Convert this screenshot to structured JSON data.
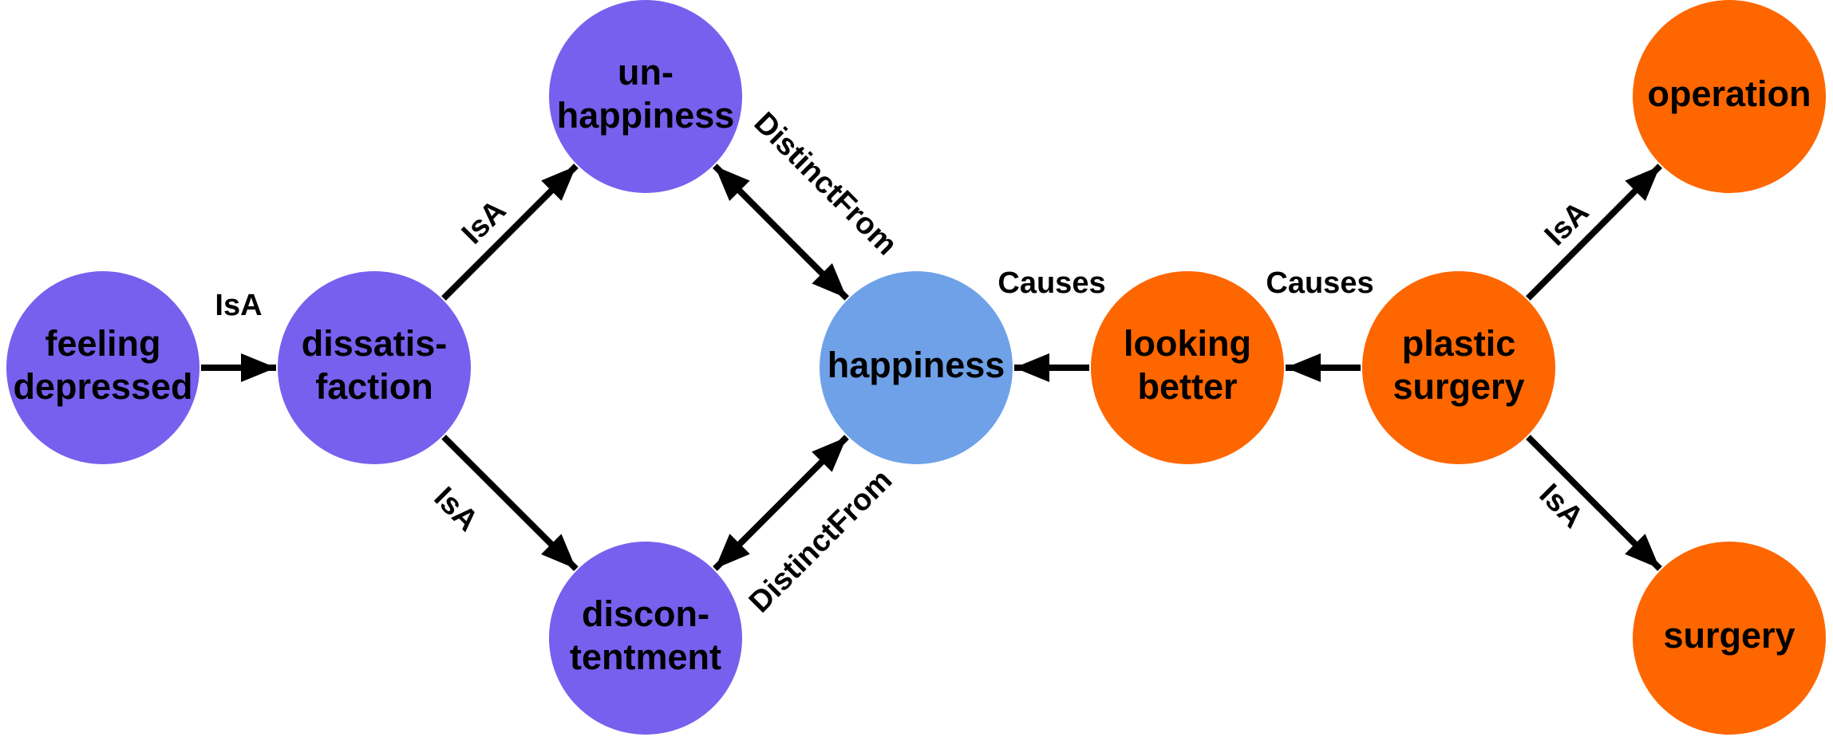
{
  "colors": {
    "purple": "#7760ee",
    "blue": "#6fa1e8",
    "orange": "#fe6600",
    "edge": "#000000"
  },
  "nodes": {
    "feeling_depressed": {
      "lines": [
        "feeling",
        "depressed"
      ],
      "color": "purple"
    },
    "dissatisfaction": {
      "lines": [
        "dissatis-",
        "faction"
      ],
      "color": "purple"
    },
    "unhappiness": {
      "lines": [
        "un-",
        "happiness"
      ],
      "color": "purple"
    },
    "discontentment": {
      "lines": [
        "discon-",
        "tentment"
      ],
      "color": "purple"
    },
    "happiness": {
      "lines": [
        "happiness"
      ],
      "color": "blue"
    },
    "looking_better": {
      "lines": [
        "looking",
        "better"
      ],
      "color": "orange"
    },
    "plastic_surgery": {
      "lines": [
        "plastic",
        "surgery"
      ],
      "color": "orange"
    },
    "operation": {
      "lines": [
        "operation"
      ],
      "color": "orange"
    },
    "surgery": {
      "lines": [
        "surgery"
      ],
      "color": "orange"
    }
  },
  "edges": [
    {
      "from": "feeling_depressed",
      "to": "dissatisfaction",
      "label": "IsA",
      "direction": "forward"
    },
    {
      "from": "dissatisfaction",
      "to": "unhappiness",
      "label": "IsA",
      "direction": "forward"
    },
    {
      "from": "dissatisfaction",
      "to": "discontentment",
      "label": "IsA",
      "direction": "forward"
    },
    {
      "from": "unhappiness",
      "to": "happiness",
      "label": "DistinctFrom",
      "direction": "both"
    },
    {
      "from": "discontentment",
      "to": "happiness",
      "label": "DistinctFrom",
      "direction": "both"
    },
    {
      "from": "looking_better",
      "to": "happiness",
      "label": "Causes",
      "direction": "forward"
    },
    {
      "from": "plastic_surgery",
      "to": "looking_better",
      "label": "Causes",
      "direction": "forward"
    },
    {
      "from": "plastic_surgery",
      "to": "operation",
      "label": "IsA",
      "direction": "forward"
    },
    {
      "from": "plastic_surgery",
      "to": "surgery",
      "label": "IsA",
      "direction": "forward"
    }
  ]
}
